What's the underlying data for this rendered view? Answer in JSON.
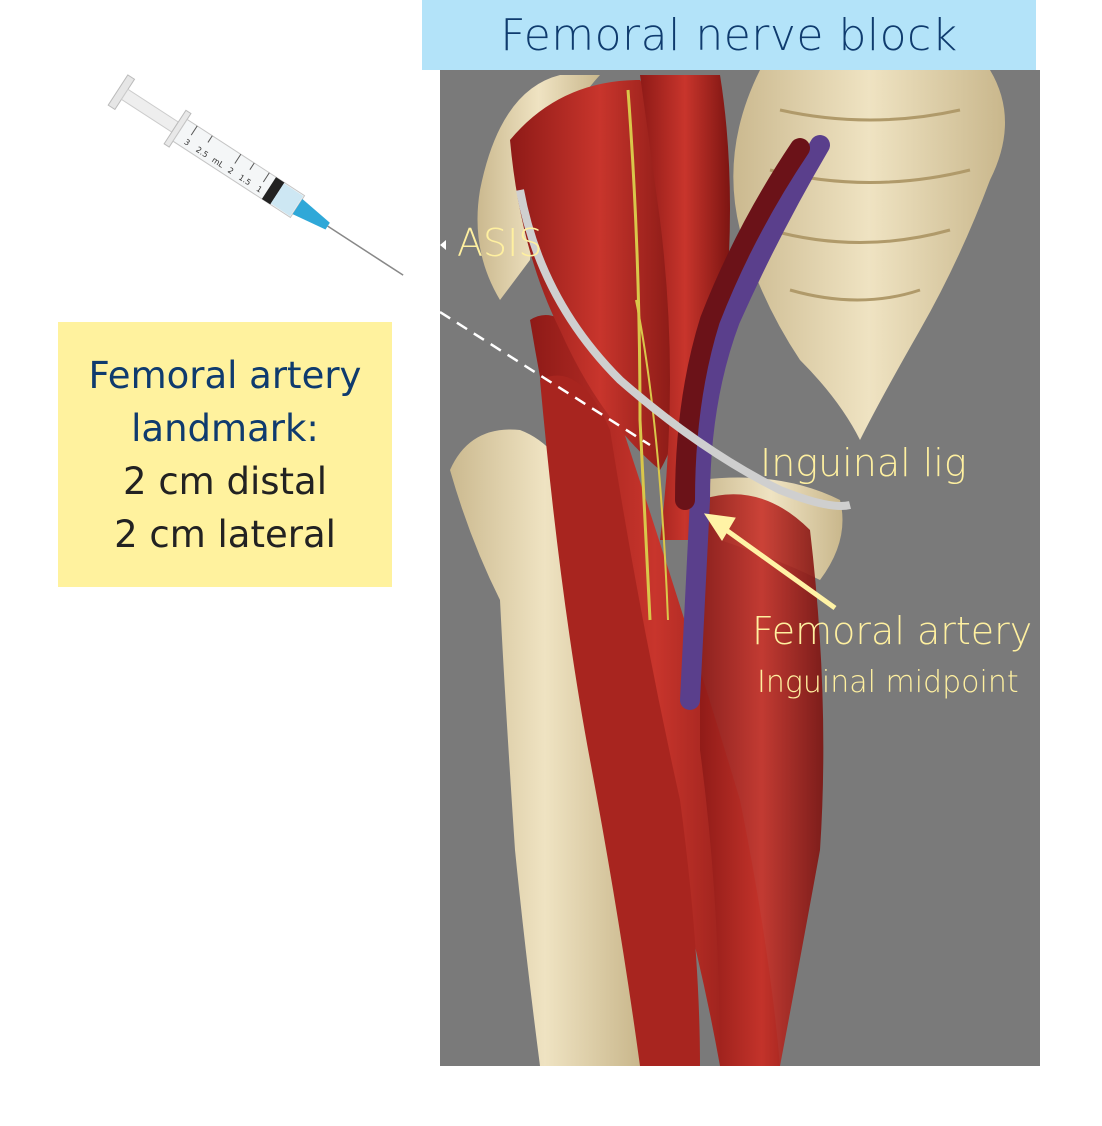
{
  "title": "Femoral nerve block",
  "landmark_note": {
    "heading_line1": "Femoral artery",
    "heading_line2": "landmark:",
    "line3": "2 cm distal",
    "line4": "2 cm lateral"
  },
  "labels": {
    "asis": "ASIS",
    "inguinal_lig": "Inguinal lig",
    "femoral_artery": "Femoral artery",
    "inguinal_midpoint": "Inguinal midpoint"
  },
  "syringe_scale": [
    "3",
    "2.5",
    "mL",
    "2",
    "1.5",
    "1"
  ],
  "colors": {
    "title_bg": "#b3e3f9",
    "title_text": "#0f3b6e",
    "note_bg": "#fff29e",
    "label": "#fff0a0",
    "panel": "#7a7a7a"
  }
}
